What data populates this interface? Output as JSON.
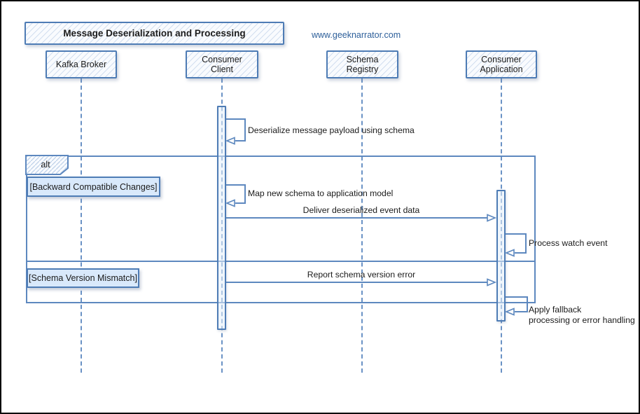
{
  "header": {
    "title": "Message Deserialization and Processing",
    "url": "www.geeknarrator.com"
  },
  "participants": [
    {
      "label": "Kafka Broker"
    },
    {
      "label": "Consumer Client"
    },
    {
      "label": "Schema Registry"
    },
    {
      "label": "Consumer Application"
    }
  ],
  "fragment": {
    "operator": "alt",
    "conditions": [
      {
        "label": "[Backward Compatible Changes]"
      },
      {
        "label": "[Schema Version Mismatch]"
      }
    ]
  },
  "messages": [
    {
      "text": "Deserialize message payload using schema",
      "kind": "self",
      "actor": "Consumer Client"
    },
    {
      "text": "Map new schema to application model",
      "kind": "self",
      "actor": "Consumer Client"
    },
    {
      "text": "Deliver deserialized event data",
      "kind": "arrow",
      "from": "Consumer Client",
      "to": "Consumer Application"
    },
    {
      "text": "Process watch event",
      "kind": "self",
      "actor": "Consumer Application"
    },
    {
      "text": "Report schema version error",
      "kind": "arrow",
      "from": "Consumer Client",
      "to": "Consumer Application"
    },
    {
      "text": "Apply fallback\n processing or error handling",
      "kind": "self",
      "actor": "Consumer Application"
    }
  ],
  "colors": {
    "line": "#5d88bf",
    "shape_border": "#4e7cb5",
    "condition_fill": "#d9e9fb",
    "url_text": "#2d5f9a",
    "frame_border": "#0a0a0a"
  }
}
